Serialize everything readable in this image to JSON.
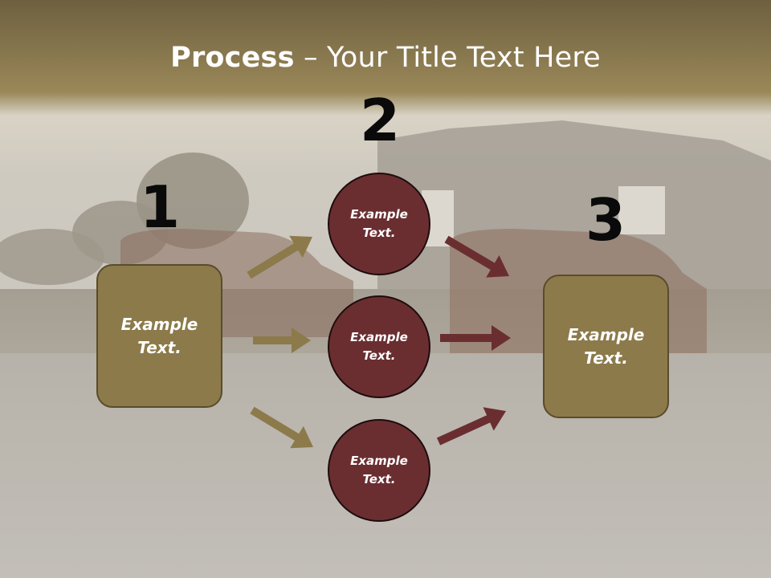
{
  "slide": {
    "title_bold": "Process",
    "title_rest": " – Your Title Text Here"
  },
  "steps": {
    "step1": {
      "number": "1",
      "text": "Example\nText."
    },
    "step2": {
      "number": "2",
      "nodes": [
        {
          "text": "Example\nText."
        },
        {
          "text": "Example\nText."
        },
        {
          "text": "Example\nText."
        }
      ]
    },
    "step3": {
      "number": "3",
      "text": "Example\nText."
    }
  },
  "colors": {
    "box_fill": "#8c7a4b",
    "circle_fill": "#6a2e31",
    "arrow_tan": "#8c7a4b",
    "arrow_maroon": "#6a2e31",
    "title_band": "#7a6a40"
  }
}
